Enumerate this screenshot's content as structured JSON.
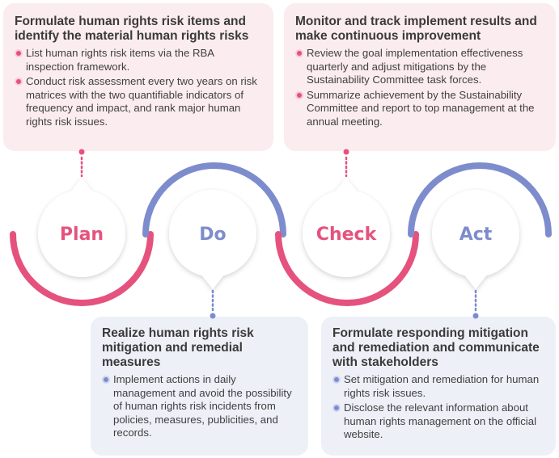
{
  "cards": {
    "plan": {
      "title": "Formulate human rights risk items and identify the material human rights risks",
      "bullets": [
        "List human rights risk items via the RBA inspection framework.",
        "Conduct risk assessment every two years on risk matrices with the two quantifiable indicators of frequency and impact, and rank major human rights risk issues."
      ]
    },
    "check": {
      "title": "Monitor and track implement results and make continuous improvement",
      "bullets": [
        "Review the goal implementation effectiveness quarterly and adjust mitigations by the Sustainability Committee task forces.",
        "Summarize achievement by the Sustainability Committee and report to top management at the annual meeting."
      ]
    },
    "do": {
      "title": "Realize human rights risk mitigation and remedial measures",
      "bullets": [
        "Implement actions in daily management and avoid the possibility of human rights risk incidents from policies, measures, publicities, and records."
      ]
    },
    "act": {
      "title": "Formulate responding mitigation and remediation and communicate with stakeholders",
      "bullets": [
        "Set mitigation and remediation for human rights risk issues.",
        "Disclose the relevant information about human rights management on the official website."
      ]
    }
  },
  "stages": {
    "plan": "Plan",
    "do": "Do",
    "check": "Check",
    "act": "Act"
  },
  "colors": {
    "pink": "#e5527e",
    "blue": "#7d8ccc",
    "pink_bg": "#fbecef",
    "blue_bg": "#eef0f8"
  }
}
